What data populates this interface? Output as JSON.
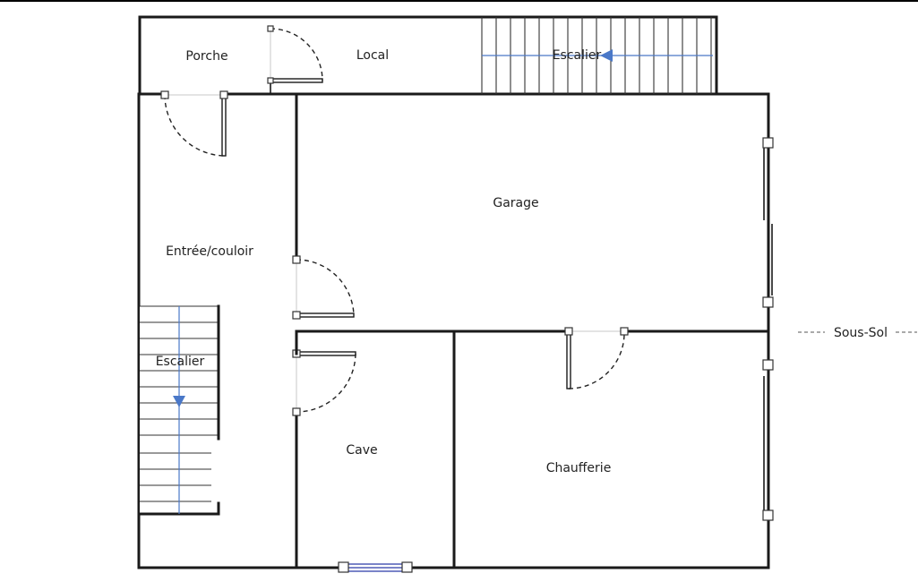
{
  "plan": {
    "rooms": {
      "porche": "Porche",
      "local": "Local",
      "escalier_top": "Escalier",
      "garage": "Garage",
      "entree": "Entrée/couloir",
      "escalier_left": "Escalier",
      "cave": "Cave",
      "chaufferie": "Chaufferie"
    },
    "level_label": "Sous-Sol"
  },
  "icons": {
    "stair_direction": "arrow-icon"
  },
  "colors": {
    "walls": "#1a1a1a",
    "stair_arrow": "#4a78c8",
    "background": "#ffffff"
  }
}
